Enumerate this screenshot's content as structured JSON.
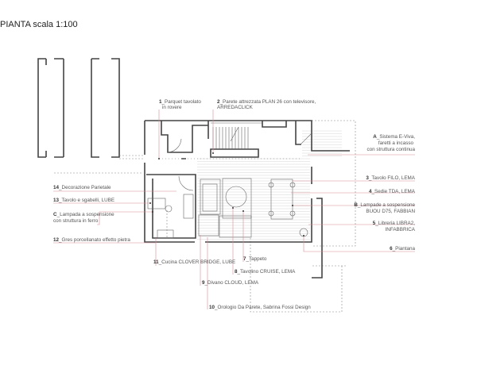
{
  "title": "PIANTA scala 1:100",
  "labels": {
    "l1": {
      "num": "1",
      "text": "_Parquet tavolato",
      "text2": "in rovere"
    },
    "l2": {
      "num": "2",
      "text": "_Parete attrezzata PLAN 26 con televisore,",
      "text2": "ARREDACLICK"
    },
    "lA": {
      "num": "A",
      "text": "_Sistema E-Viva,",
      "text2": "faretti a incasso",
      "text3": "con struttura continua"
    },
    "l3": {
      "num": "3",
      "text": "_Tavolo FILO, LEMA"
    },
    "l4": {
      "num": "4",
      "text": "_Sedie TDA, LEMA"
    },
    "lB": {
      "num": "B",
      "text": "_Lampade a sospensione",
      "text2": "BUOU D75, FABBIAN"
    },
    "l5": {
      "num": "5",
      "text": "_Libreria LIBRA2,",
      "text2": "INFABBRICA"
    },
    "l6": {
      "num": "6",
      "text": "_Piantana"
    },
    "l14": {
      "num": "14",
      "text": "_Decorazione Parietale"
    },
    "l13": {
      "num": "13",
      "text": "_Tavolo e sgabelli, LUBE"
    },
    "lC": {
      "num": "C",
      "text": "_Lampada a sospensione",
      "text2": "con struttura in ferro"
    },
    "l12": {
      "num": "12",
      "text": "_Gres porcellanato effetto pietra"
    },
    "l11": {
      "num": "11",
      "text": "_Cucina CLOVER BRIDGE, LUBE"
    },
    "l7": {
      "num": "7",
      "text": "_Tappeto"
    },
    "l8": {
      "num": "8",
      "text": "_Tavolino CRUISE, LEMA"
    },
    "l9": {
      "num": "9",
      "text": "_Divano CLOUD, LEMA"
    },
    "l10": {
      "num": "10",
      "text": "_Orologio Da Parete, Sabrina Fossi Design"
    }
  },
  "leader_color": "#d68a96"
}
